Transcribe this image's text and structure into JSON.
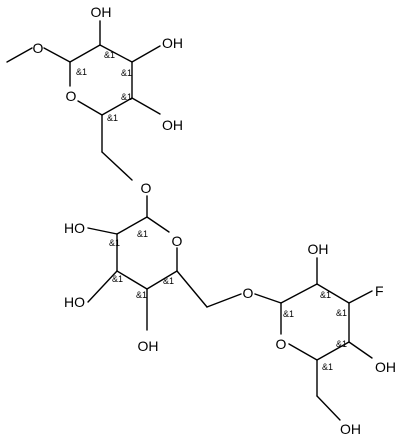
{
  "molecule": {
    "atoms": {
      "o_methoxy": "O",
      "o_ring_top": "O",
      "oh_top_1": "OH",
      "oh_top_2": "OH",
      "oh_top_3": "OH",
      "o_link_1": "O",
      "oh_mid_1": "HO",
      "o_ring_mid": "O",
      "oh_mid_2": "HO",
      "oh_mid_3": "OH",
      "o_link_2": "O",
      "oh_right_1": "OH",
      "f_right": "F",
      "o_ring_right": "O",
      "oh_right_2": "OH",
      "oh_right_3": "OH"
    },
    "stereo_label": "&1",
    "colors": {
      "ink": "#000000",
      "background": "#ffffff"
    }
  }
}
